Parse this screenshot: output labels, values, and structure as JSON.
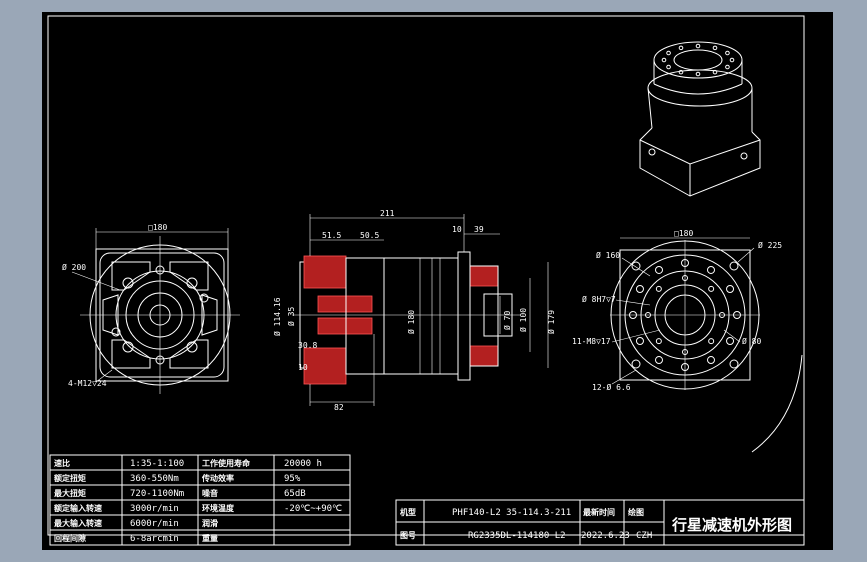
{
  "dimensions": {
    "left_square": "□180",
    "left_dia200": "Ø 200",
    "left_holes": "4-M12▽24",
    "side_overall": "211",
    "side_515": "51.5",
    "side_505": "50.5",
    "side_10": "10",
    "side_39": "39",
    "side_dia1146": "Ø 114.16",
    "side_dia35": "Ø 35",
    "side_dia180": "Ø 180",
    "side_dia70": "Ø 70",
    "side_dia100": "Ø 100",
    "side_dia179": "Ø 179",
    "side_308": "30.8",
    "side_10b": "10",
    "side_82": "82",
    "right_square": "□180",
    "right_dia225": "Ø 225",
    "right_dia160": "Ø 160",
    "right_holes_a": "Ø 8H7▽7",
    "right_holes_b": "11-M8▽17",
    "right_dia80": "Ø 80",
    "right_holes_c": "12-Ø 6.6"
  },
  "spec_table": {
    "rows": [
      {
        "label": "速比",
        "value": "1:35-1:100",
        "label2": "工作使用寿命",
        "value2": "20000 h"
      },
      {
        "label": "额定扭矩",
        "value": "360-550Nm",
        "label2": "传动效率",
        "value2": "95%"
      },
      {
        "label": "最大扭矩",
        "value": "720-1100Nm",
        "label2": "噪音",
        "value2": "65dB"
      },
      {
        "label": "额定输入转速",
        "value": "3000r/min",
        "label2": "环境温度",
        "value2": "-20℃~+90℃"
      },
      {
        "label": "最大输入转速",
        "value": "6000r/min",
        "label2": "润滑",
        "value2": ""
      },
      {
        "label": "回程间隙",
        "value": "6-8arcmin",
        "label2": "重量",
        "value2": ""
      }
    ]
  },
  "title_block": {
    "label_model": "机型",
    "value_model": "PHF140-L2 35-114.3-211",
    "label_date": "最新时间",
    "label_drawer": "绘图",
    "label_code": "图号",
    "value_code": "RG2335DL-114180 L2",
    "value_date": "2022.6.23",
    "value_drawer": "CZH",
    "drawing_title": "行星减速机外形图"
  }
}
